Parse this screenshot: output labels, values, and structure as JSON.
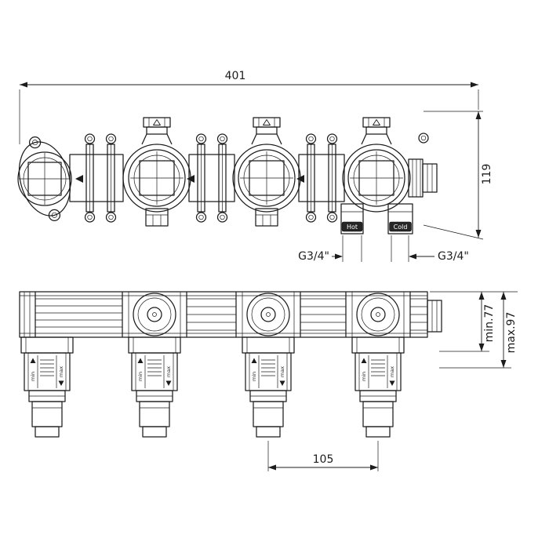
{
  "top_view": {
    "width_dim": "401",
    "height_dim": "119",
    "thread_left": "G3/4\"",
    "thread_right": "G3/4\"",
    "hot": "Hot",
    "cold": "Cold"
  },
  "front_view": {
    "min_depth": "min.77",
    "max_depth": "max.97",
    "spacing": "105",
    "cart_min": "min",
    "cart_max": "max"
  }
}
